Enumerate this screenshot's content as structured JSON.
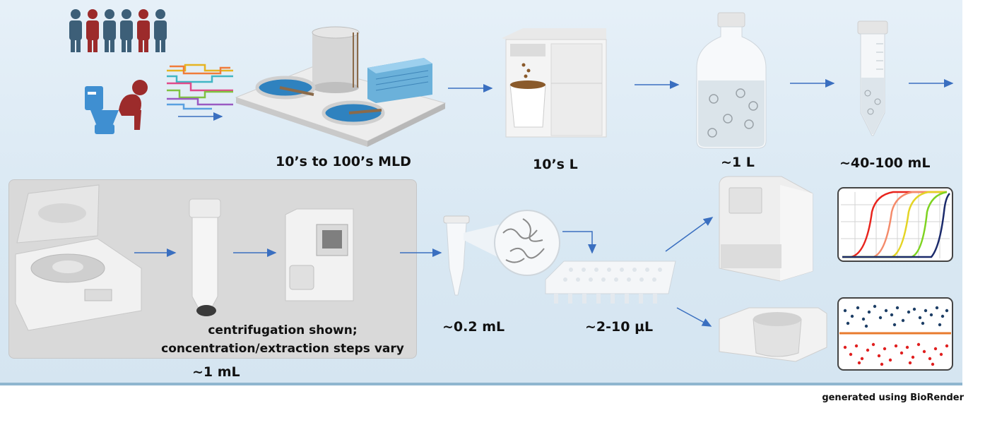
{
  "volumes": {
    "sewershed": "10’s to 100’s MLD",
    "composite": "10’s L",
    "sample_bottle": "~1 L",
    "tube": "~40-100 mL",
    "concentrate": "~1 mL",
    "extract": "~0.2 mL",
    "assay": "~2-10 µL"
  },
  "concentration_note": {
    "line1": "centrifugation shown;",
    "line2": "concentration/extraction steps vary"
  },
  "credit": "generated using BioRender",
  "colors": {
    "arrow": "#3a6fc0",
    "people_blue": "#3d5f78",
    "people_red": "#9c2b2b",
    "panel_bg": "#dde9f4"
  },
  "icons": [
    "people-icon",
    "toilet-person-icon",
    "sewer-network-icon",
    "treatment-plant-icon",
    "autosampler-icon",
    "sample-bottle-icon",
    "conical-tube-icon",
    "centrifuge-icon",
    "pelleted-tube-icon",
    "extraction-instrument-icon",
    "microcentrifuge-tube-icon",
    "rna-magnified-icon",
    "pcr-plate-icon",
    "qpcr-instrument-icon",
    "amplification-curve-icon",
    "dpcr-instrument-icon",
    "dpcr-partition-plot-icon"
  ]
}
